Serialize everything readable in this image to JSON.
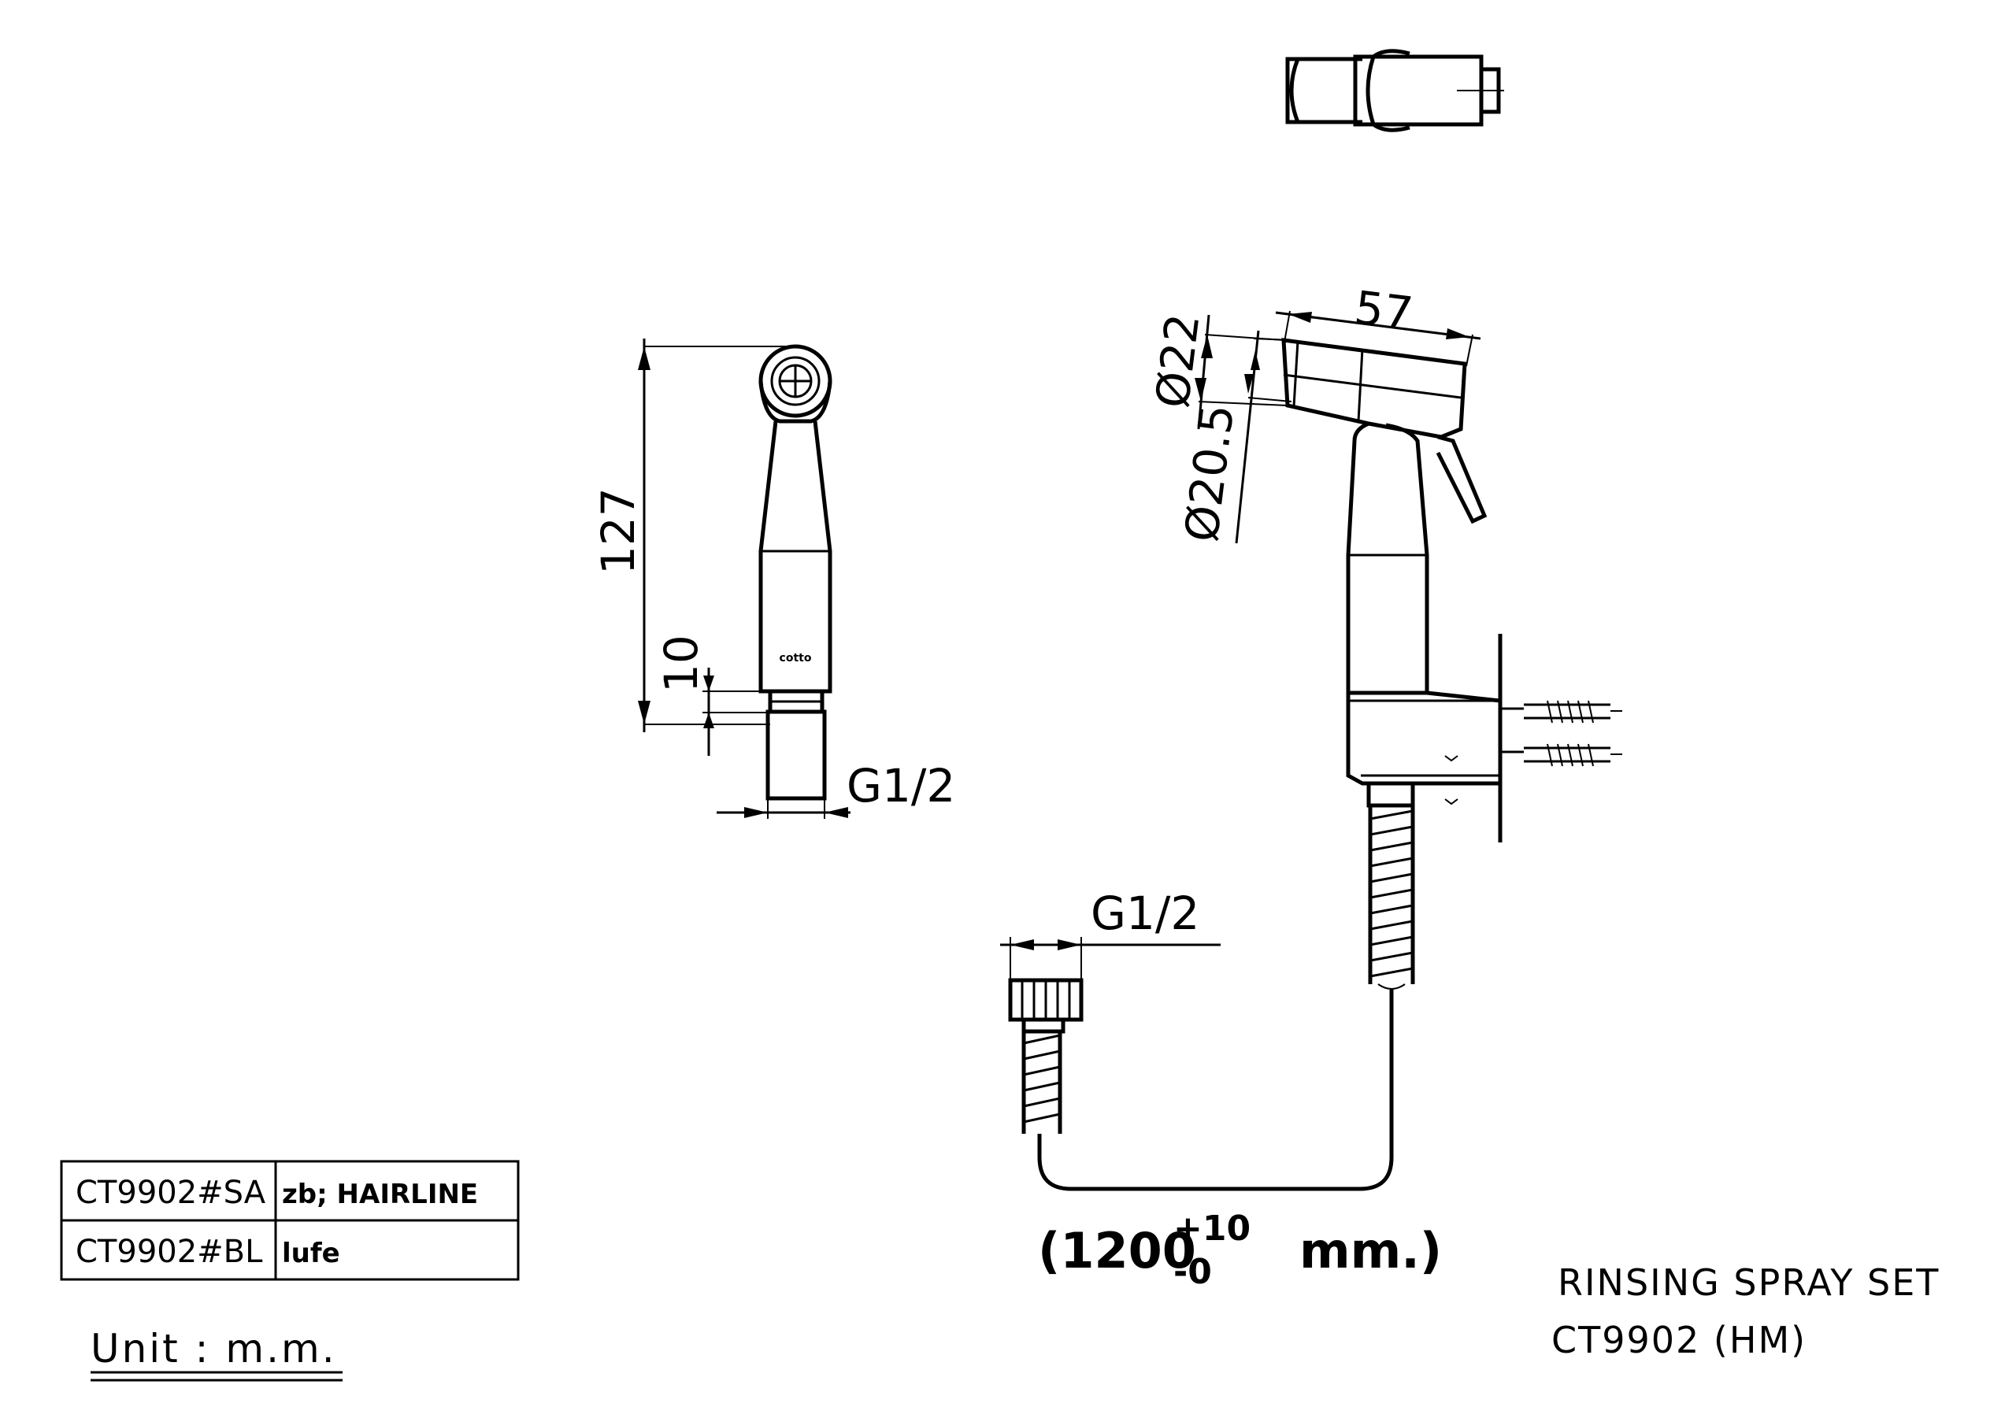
{
  "dimensions": {
    "height_overall": "127",
    "thread_length": "10",
    "thread_side": "G1/2",
    "head_length": "57",
    "head_dia_outer": "Ø22",
    "head_dia_inner": "Ø20.5",
    "hose_thread": "G1/2",
    "hose_length_prefix": "(1200",
    "hose_tol_plus": "+10",
    "hose_tol_minus": "-0",
    "hose_length_suffix": "mm.)"
  },
  "finish_table": {
    "rows": [
      {
        "code": "CT9902#SA",
        "finish": "zb; HAIRLINE"
      },
      {
        "code": "CT9902#BL",
        "finish": "lufe"
      }
    ]
  },
  "unit_label": "Unit : m.m.",
  "product": {
    "name": "RINSING SPRAY SET",
    "model": "CT9902 (HM)"
  },
  "small_logo": "cotto"
}
